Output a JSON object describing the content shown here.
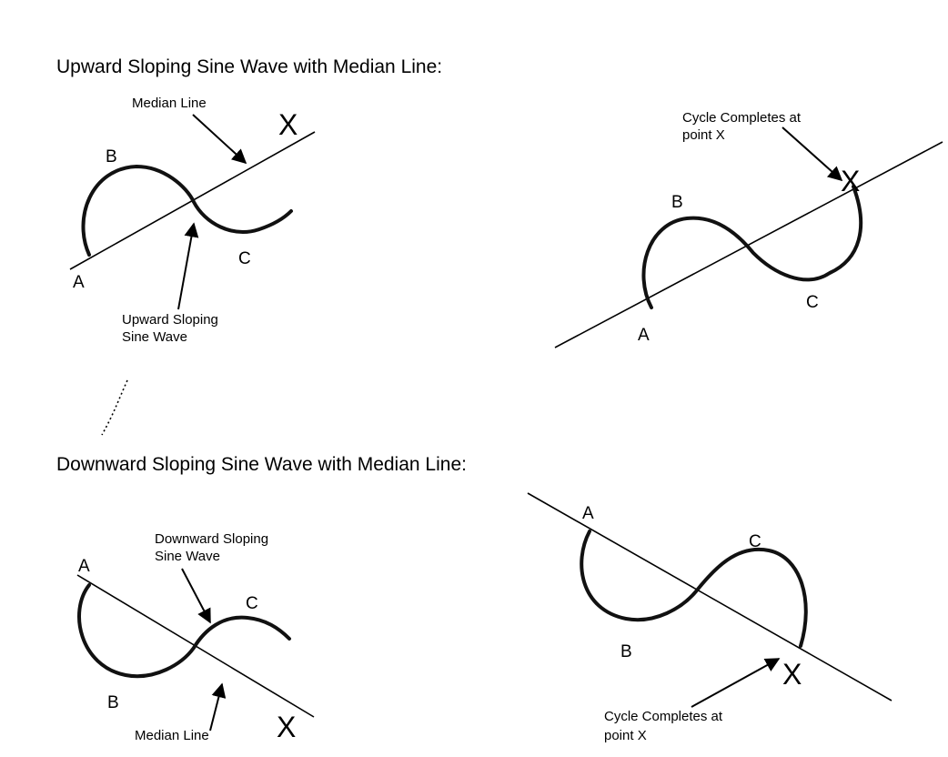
{
  "sections": {
    "upward_title": "Upward Sloping Sine Wave with Median Line:",
    "downward_title": "Downward Sloping Sine Wave with Median Line:"
  },
  "labels": {
    "a": "A",
    "b": "B",
    "c": "C",
    "x": "X"
  },
  "annotations": {
    "median_line": "Median Line",
    "upward_wave": [
      "Upward Sloping",
      "Sine Wave"
    ],
    "downward_wave": [
      "Downward Sloping",
      "Sine Wave"
    ],
    "cycle_completes": [
      "Cycle Completes at",
      "point  X"
    ]
  }
}
